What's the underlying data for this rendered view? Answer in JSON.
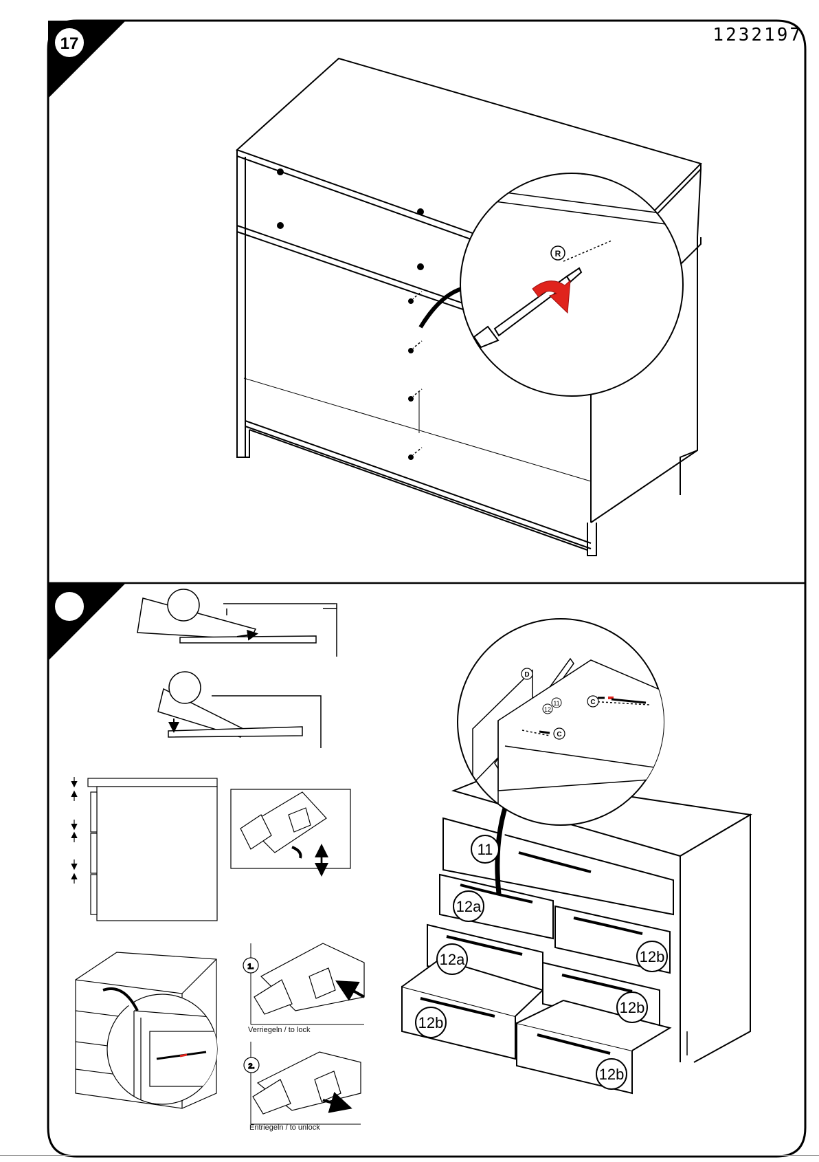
{
  "document": {
    "article_number": "1232197",
    "step_17": {
      "number": "17",
      "part_labels": {
        "screw": "R"
      }
    },
    "step_18": {
      "part_labels": {
        "rail": "D",
        "screw_upper": "C",
        "screw_lower": "C",
        "drawer_11_small": "11",
        "drawer_12_small": "12"
      },
      "drawer_labels": {
        "top": "11",
        "left_upper": "12a",
        "left_middle": "12a",
        "left_lower": "12b",
        "right_upper": "12b",
        "right_middle": "12b",
        "right_lower": "12b"
      },
      "lock_step": {
        "number": "1.",
        "caption": "Verriegeln / to lock"
      },
      "unlock_step": {
        "number": "2.",
        "caption": "Entriegeln / to unlock"
      }
    }
  },
  "colors": {
    "line": "#000000",
    "accent": "#e0231c",
    "background": "#ffffff"
  },
  "icons": [
    "rotate-arrow-icon",
    "screwdriver-icon",
    "arrow-down-icon",
    "arrow-up-icon",
    "double-arrow-icon",
    "push-arrow-icon"
  ]
}
